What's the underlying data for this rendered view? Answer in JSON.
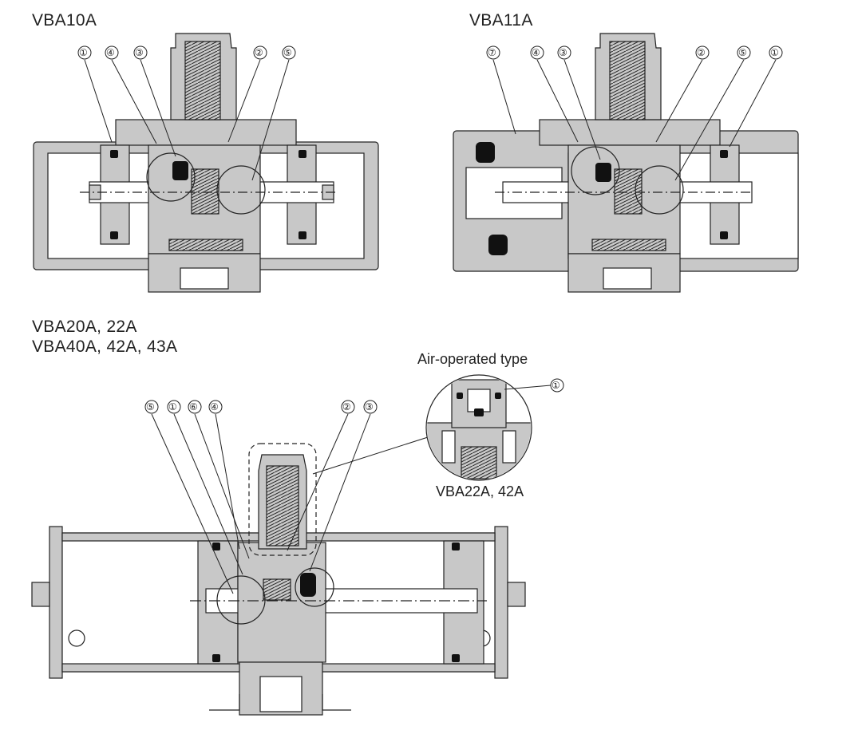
{
  "titles": {
    "vba10a": "VBA10A",
    "vba11a": "VBA11A",
    "vba20a_line1": "VBA20A, 22A",
    "vba20a_line2": "VBA40A, 42A, 43A"
  },
  "inset": {
    "title": "Air-operated type",
    "caption": "VBA22A, 42A"
  },
  "callouts": {
    "vba10a": [
      "①",
      "④",
      "③",
      "②",
      "⑤"
    ],
    "vba11a": [
      "⑦",
      "④",
      "③",
      "②",
      "⑤",
      "①"
    ],
    "vba20a": [
      "⑤",
      "①",
      "⑥",
      "④",
      "②",
      "③"
    ],
    "inset": [
      "①"
    ]
  },
  "colors": {
    "body_fill": "#c8c8c8",
    "outline": "#222222",
    "seal": "#111111",
    "background": "#ffffff"
  }
}
